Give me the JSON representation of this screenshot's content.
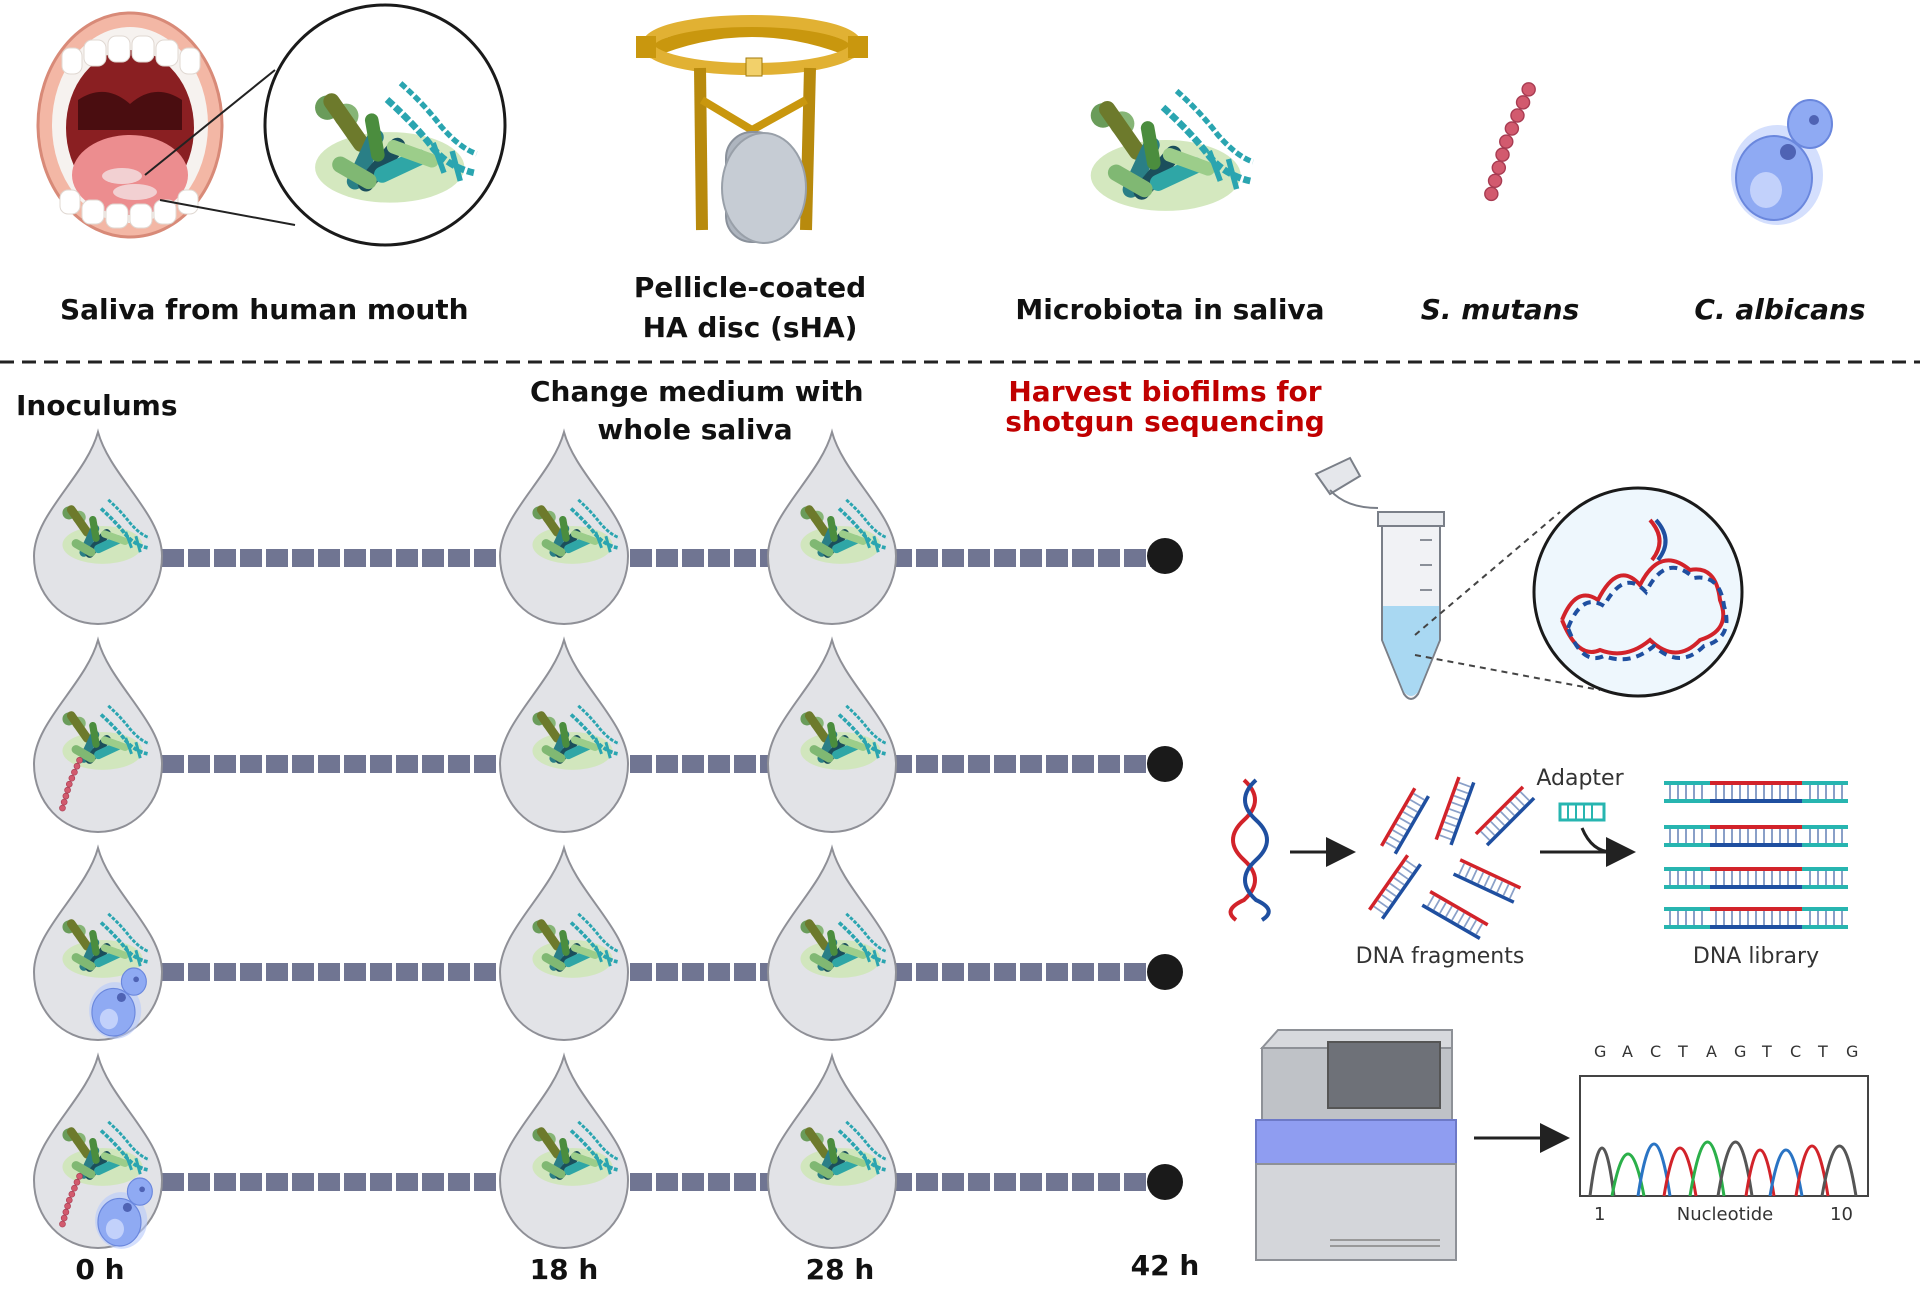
{
  "top_labels": {
    "saliva": "Saliva from human mouth",
    "disc_line1": "Pellicle-coated",
    "disc_line2": "HA disc (sHA)",
    "microbiota": "Microbiota in saliva",
    "smutans": "S. mutans",
    "calbicans": "C. albicans"
  },
  "timeline": {
    "inoculums": "Inoculums",
    "change_line1": "Change medium with",
    "change_line2": "whole saliva",
    "harvest_line1": "Harvest biofilms for",
    "harvest_line2": "shotgun sequencing",
    "times": [
      "0 h",
      "18 h",
      "28 h",
      "42 h"
    ]
  },
  "workflow": {
    "adapter": "Adapter",
    "dna_fragments": "DNA fragments",
    "dna_library": "DNA library",
    "sequence_letters": [
      "G",
      "A",
      "C",
      "T",
      "A",
      "G",
      "T",
      "C",
      "T",
      "G"
    ],
    "axis_start": "1",
    "axis_label": "Nucleotide",
    "axis_end": "10"
  },
  "colors": {
    "harvest_text": "#c00000",
    "timeline_bar": "#707592",
    "end_dot": "#1a1a1a",
    "smutans": "#d25a6e",
    "calbicans": "#7e9cf0",
    "dna_red": "#d2232a",
    "dna_blue": "#1f4fa0",
    "adapter_teal": "#27b5b0"
  },
  "icons": [
    "mouth-icon",
    "magnifier-icon",
    "disc-holder-icon",
    "microbiota-icon",
    "s-mutans-icon",
    "c-albicans-icon",
    "droplet-icon",
    "tube-icon",
    "dna-circle-icon",
    "sequencer-icon",
    "chromatogram-icon"
  ]
}
